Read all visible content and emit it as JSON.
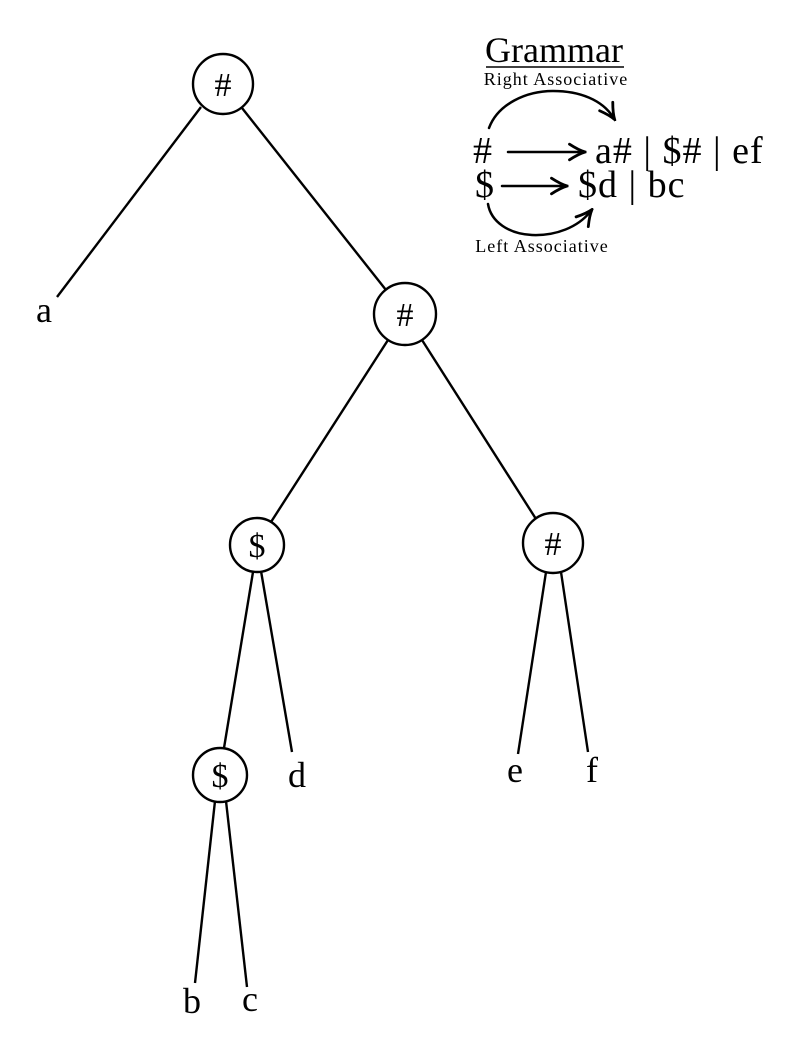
{
  "grammar": {
    "title": "Grammar",
    "right_associative_label": "Right Associative",
    "left_associative_label": "Left Associative",
    "rules": [
      {
        "lhs": "#",
        "rhs": "a# | $# | ef"
      },
      {
        "lhs": "$",
        "rhs": "$d | bc"
      }
    ]
  },
  "tree": {
    "internal_nodes": [
      {
        "id": "root",
        "label": "#"
      },
      {
        "id": "node-mid",
        "label": "#"
      },
      {
        "id": "node-dollar-upper",
        "label": "$"
      },
      {
        "id": "node-dollar-lower",
        "label": "$"
      },
      {
        "id": "node-hash-right",
        "label": "#"
      }
    ],
    "leaves": [
      {
        "id": "leaf-a",
        "label": "a"
      },
      {
        "id": "leaf-b",
        "label": "b"
      },
      {
        "id": "leaf-c",
        "label": "c"
      },
      {
        "id": "leaf-d",
        "label": "d"
      },
      {
        "id": "leaf-e",
        "label": "e"
      },
      {
        "id": "leaf-f",
        "label": "f"
      }
    ]
  },
  "colors": {
    "ink": "#000000",
    "background": "#ffffff"
  }
}
